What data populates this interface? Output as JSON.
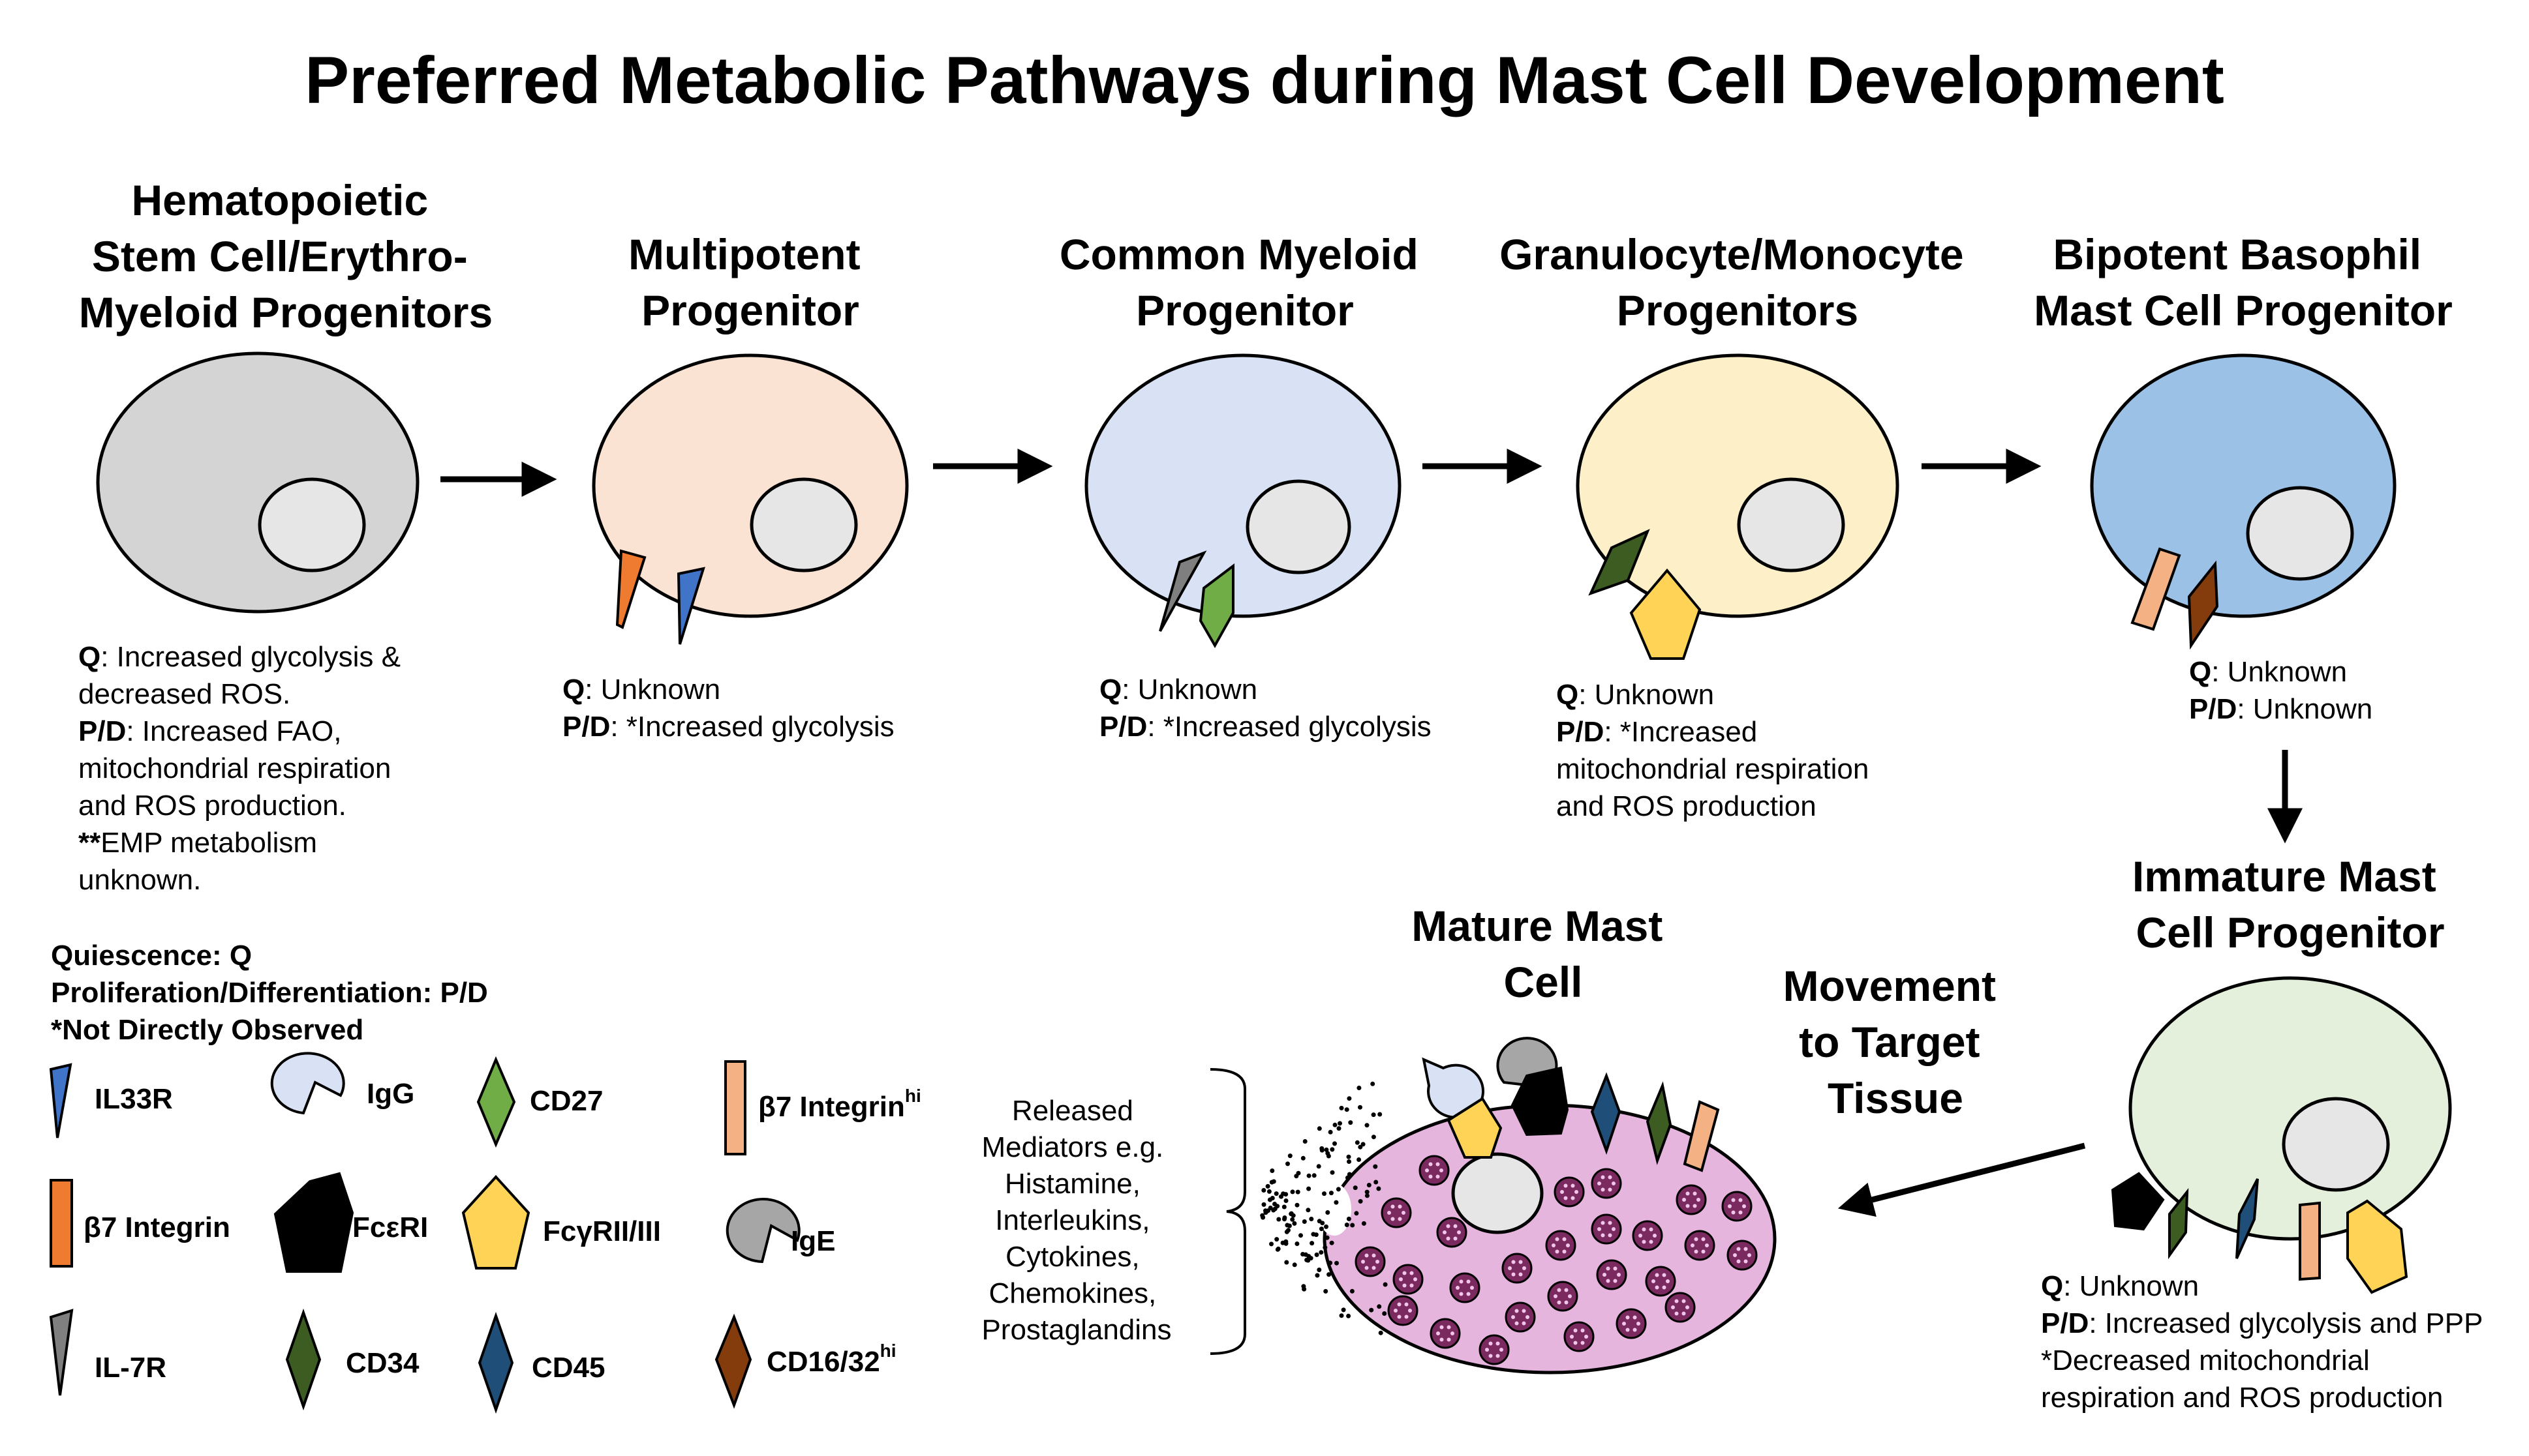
{
  "title": "Preferred Metabolic Pathways during Mast Cell Development",
  "colors": {
    "hsc": "#d4d4d4",
    "mpp": "#fbe3d3",
    "cmp": "#d9e2f4",
    "gmp": "#fdf0c8",
    "bmcp": "#9bc1e7",
    "immature": "#e4f0dc",
    "mature": "#e5b5dd",
    "granule": "#7a2a5e",
    "nucleus": "#e6e6e6",
    "il33r": "#3f74c9",
    "b7": "#ee7b30",
    "il7r": "#7f7f7f",
    "igg": "#d9e2f4",
    "fceri": "#000000",
    "cd34": "#3d5c22",
    "cd27": "#70ad47",
    "fcgr": "#ffd456",
    "cd45": "#1f4e79",
    "b7hi": "#f4b183",
    "ige": "#a6a6a6",
    "cd16": "#843c0c"
  },
  "stages": {
    "hsc": {
      "header": [
        "Hematopoietic",
        "Stem Cell/Erythro-",
        "Myeloid Progenitors"
      ],
      "desc": [
        [
          {
            "b": "Q"
          },
          {
            "t": ": Increased glycolysis &"
          }
        ],
        [
          {
            "t": "decreased ROS."
          }
        ],
        [
          {
            "b": "P/D"
          },
          {
            "t": ": Increased FAO,"
          }
        ],
        [
          {
            "t": "mitochondrial respiration"
          }
        ],
        [
          {
            "t": "and ROS production."
          }
        ],
        [
          {
            "b": "**"
          },
          {
            "t": "EMP metabolism"
          }
        ],
        [
          {
            "t": "unknown."
          }
        ]
      ]
    },
    "mpp": {
      "header": [
        "Multipotent",
        "Progenitor"
      ],
      "desc": [
        [
          {
            "b": "Q"
          },
          {
            "t": ": Unknown"
          }
        ],
        [
          {
            "b": "P/D"
          },
          {
            "t": ": *Increased glycolysis"
          }
        ]
      ]
    },
    "cmp": {
      "header": [
        "Common Myeloid",
        "Progenitor"
      ],
      "desc": [
        [
          {
            "b": "Q"
          },
          {
            "t": ": Unknown"
          }
        ],
        [
          {
            "b": "P/D"
          },
          {
            "t": ": *Increased glycolysis"
          }
        ]
      ]
    },
    "gmp": {
      "header": [
        "Granulocyte/Monocyte",
        "Progenitors"
      ],
      "desc": [
        [
          {
            "b": "Q"
          },
          {
            "t": ": Unknown"
          }
        ],
        [
          {
            "b": "P/D"
          },
          {
            "t": ": *Increased"
          }
        ],
        [
          {
            "t": "mitochondrial respiration"
          }
        ],
        [
          {
            "t": "and ROS production"
          }
        ]
      ]
    },
    "bmcp": {
      "header": [
        "Bipotent Basophil",
        "Mast Cell Progenitor"
      ],
      "desc": [
        [
          {
            "b": "Q"
          },
          {
            "t": ": Unknown"
          }
        ],
        [
          {
            "b": "P/D"
          },
          {
            "t": ": Unknown"
          }
        ]
      ]
    },
    "immature": {
      "header": [
        "Immature Mast",
        "Cell Progenitor"
      ],
      "desc": [
        [
          {
            "b": "Q"
          },
          {
            "t": ": Unknown"
          }
        ],
        [
          {
            "b": "P/D"
          },
          {
            "t": ": Increased glycolysis and PPP"
          }
        ],
        [
          {
            "t": "*Decreased mitochondrial"
          }
        ],
        [
          {
            "t": "respiration and ROS production"
          }
        ]
      ]
    },
    "mature": {
      "header": [
        "Mature Mast",
        "Cell"
      ]
    }
  },
  "movement_label": [
    "Movement",
    "to Target",
    "Tissue"
  ],
  "mediators": [
    "Released",
    "Mediators e.g.",
    "Histamine,",
    "Interleukins,",
    "Cytokines,",
    "Chemokines,",
    "Prostaglandins"
  ],
  "key": [
    "Quiescence: Q",
    "Proliferation/Differentiation: P/D",
    "*Not Directly Observed"
  ],
  "legend": [
    {
      "shape": "il33r",
      "label": "IL33R"
    },
    {
      "shape": "igg",
      "label": "IgG"
    },
    {
      "shape": "cd27",
      "label": "CD27"
    },
    {
      "shape": "b7hi",
      "label": "β7 Integrin",
      "sup": "hi"
    },
    {
      "shape": "b7",
      "label": "β7 Integrin"
    },
    {
      "shape": "fceri",
      "label": "FcεRI"
    },
    {
      "shape": "fcgr",
      "label": "FcγRII/III"
    },
    {
      "shape": "ige",
      "label": "IgE"
    },
    {
      "shape": "il7r",
      "label": "IL-7R"
    },
    {
      "shape": "cd34",
      "label": "CD34"
    },
    {
      "shape": "cd45",
      "label": "CD45"
    },
    {
      "shape": "cd16",
      "label": "CD16/32",
      "sup": "hi"
    }
  ]
}
